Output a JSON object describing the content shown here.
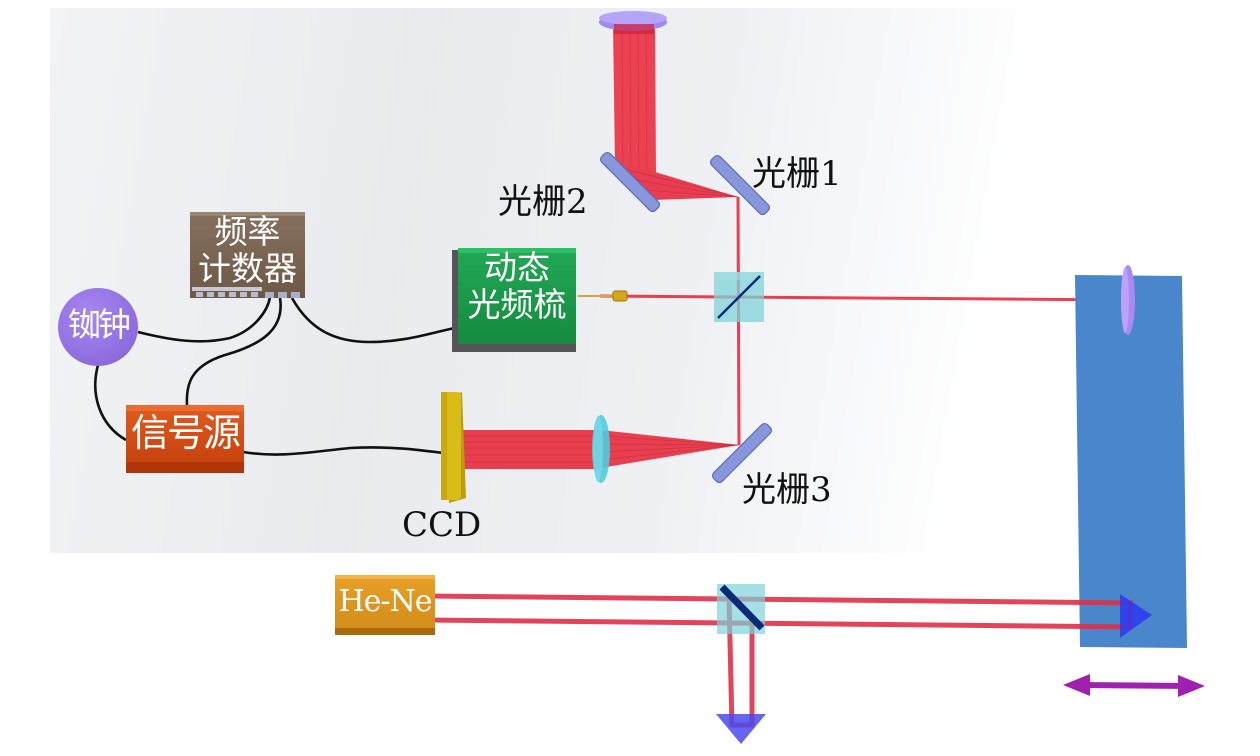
{
  "diagram": {
    "title": "",
    "components": {
      "frequency_counter": {
        "line1": "频率",
        "line2": "计数器",
        "color": "#7a6250"
      },
      "dynamic_comb": {
        "line1": "动态",
        "line2": "光频梳",
        "color": "#1e9a4b"
      },
      "rubidium_clock": {
        "label": "铷钟",
        "color": "#9b7be8"
      },
      "signal_source": {
        "label": "信号源",
        "color": "#d84c12"
      },
      "ccd": {
        "label": "CCD",
        "color": "#d4b81a"
      },
      "hene_laser": {
        "label": "He-Ne",
        "color": "#e0981f"
      },
      "grating_1": {
        "label": "光栅1"
      },
      "grating_2": {
        "label": "光栅2"
      },
      "grating_3": {
        "label": "光栅3"
      },
      "moving_stage": {
        "color": "#4a86cc"
      },
      "motion_arrow": {
        "color": "#a020b0"
      }
    },
    "colors": {
      "laser_beam": "#e8263a",
      "grating": "#8e9be0",
      "beam_splitter": "#7fd3d8",
      "lens": "#4fcde0",
      "corner_cube": "#3a3aff",
      "wire": "#111111"
    }
  }
}
